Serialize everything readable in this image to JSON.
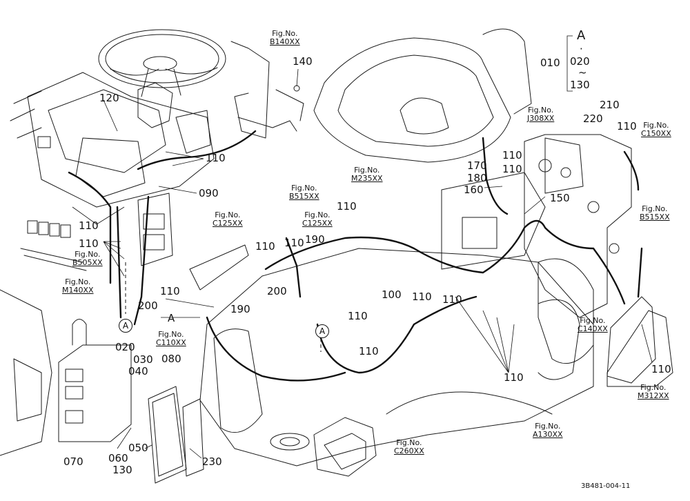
{
  "labels": {
    "l010": "010",
    "l020": "020",
    "l030": "030",
    "l040": "040",
    "l050": "050",
    "l060": "060",
    "l070": "070",
    "l080": "080",
    "l090": "090",
    "l100": "100",
    "l110": "110",
    "l120": "120",
    "l130": "130",
    "l140": "140",
    "l150": "150",
    "l160": "160",
    "l170": "170",
    "l180": "180",
    "l190": "190",
    "l200": "200",
    "l210": "210",
    "l220": "220",
    "l230": "230",
    "markerA": "A"
  },
  "range_bracket": {
    "top": "A",
    "dot": "·",
    "mid": "020",
    "tilde": "~",
    "bottom": "130"
  },
  "fig_prefix": "Fig.No.",
  "fig_refs": {
    "b140": "B140XX",
    "m235": "M235XX",
    "j308": "J308XX",
    "c150": "C150XX",
    "b515a": "B515XX",
    "b515b": "B515XX",
    "c125a": "C125XX",
    "c125b": "C125XX",
    "b505": "B505XX",
    "m140": "M140XX",
    "c110": "C110XX",
    "c140": "C140XX",
    "m312": "M312XX",
    "a130": "A130XX",
    "c260": "C260XX"
  },
  "drawing_code": "3B481-004-11"
}
